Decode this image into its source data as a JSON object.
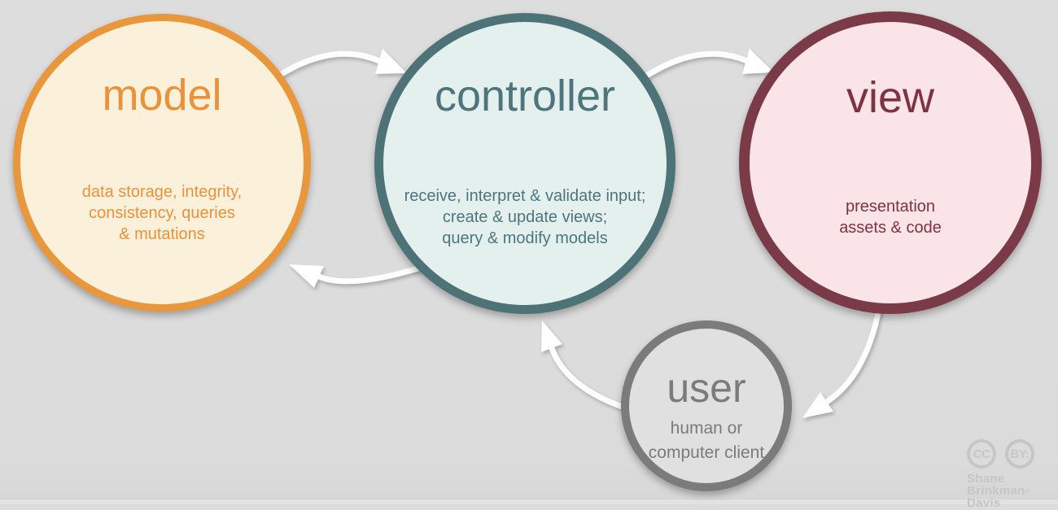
{
  "background_color": "#DCDCDC",
  "arrow_color": "#FFFFFF",
  "nodes": {
    "model": {
      "title": "model",
      "desc_lines": [
        "data storage, integrity,",
        "consistency, queries",
        "& mutations"
      ],
      "ring_color": "#E8973C",
      "fill_color": "#FBF0DA",
      "text_color": "#E9923B"
    },
    "controller": {
      "title": "controller",
      "desc_lines": [
        "receive, interpret & validate input;",
        "create & update views;",
        "query & modify models"
      ],
      "ring_color": "#4E7377",
      "fill_color": "#E3F0EE",
      "text_color": "#4E757C"
    },
    "view": {
      "title": "view",
      "desc_lines": [
        "presentation",
        "assets & code"
      ],
      "ring_color": "#7A3A48",
      "fill_color": "#FAE4E7",
      "text_color": "#7E3343"
    },
    "user": {
      "title": "user",
      "desc_lines": [
        "human or",
        "computer client"
      ],
      "ring_color": "#7B7B7B",
      "fill_color": "#E0E0E0",
      "text_color": "#7B7B7B"
    }
  },
  "arrows": [
    {
      "name": "model-to-controller",
      "from": "model",
      "to": "controller"
    },
    {
      "name": "controller-to-view",
      "from": "controller",
      "to": "view"
    },
    {
      "name": "controller-to-model",
      "from": "controller",
      "to": "model"
    },
    {
      "name": "view-to-user",
      "from": "view",
      "to": "user"
    },
    {
      "name": "user-to-controller",
      "from": "user",
      "to": "controller"
    }
  ],
  "attribution": {
    "badge_cc": "CC",
    "badge_by": "BY:",
    "author_line1": "Shane",
    "author_line2": "Brinkman-Davis",
    "color": "#C6C6C6"
  }
}
